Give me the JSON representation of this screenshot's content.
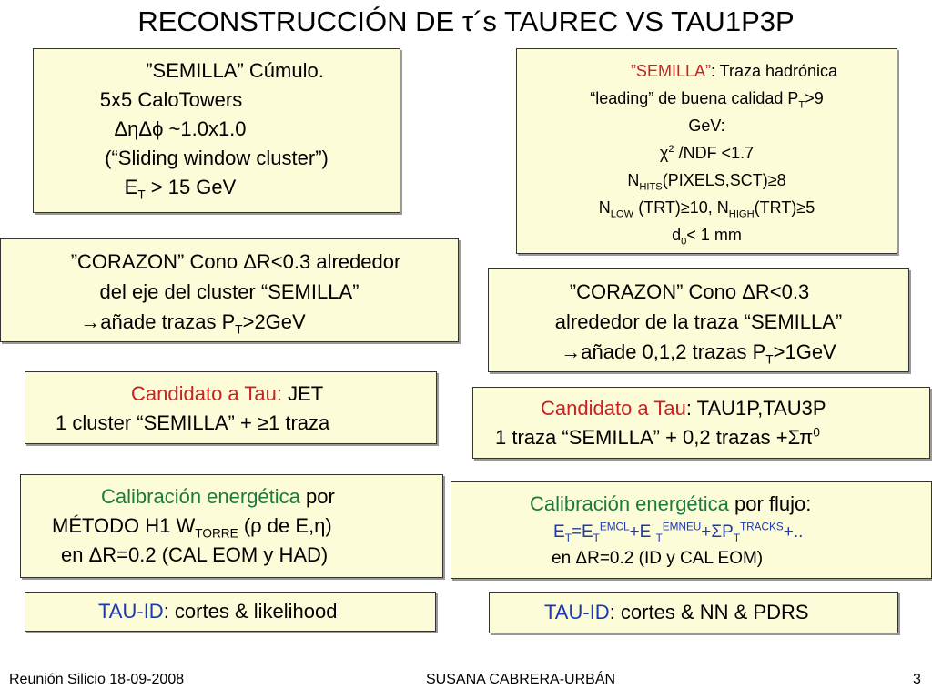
{
  "title": {
    "pre": "RECONSTRUCCIÓN DE ",
    "tau": "τ",
    "post": "´s TAUREC VS TAU1P3P"
  },
  "left": {
    "seed": {
      "l1": "”SEMILLA” Cúmulo.",
      "l2": "5x5 CaloTowers",
      "l3a": "ΔηΔ",
      "l3b": "ϕ",
      "l3c": " ~1.0x1.0",
      "l4": "(“Sliding window cluster”)",
      "l5a": "E",
      "l5sub": "T",
      "l5b": " > 15 GeV"
    },
    "core": {
      "l1": "”CORAZON” Cono ΔR<0.3 alrededor",
      "l2": "del eje del cluster “SEMILLA”",
      "l3a": "→",
      "l3b": "añade trazas P",
      "l3sub": "T",
      "l3c": ">2GeV"
    },
    "candidate": {
      "l1a": "Candidato a Tau: ",
      "l1b": "JET",
      "l2": "1 cluster “SEMILLA” + ≥1 traza"
    },
    "calib": {
      "l1a": "Calibración energética",
      "l1b": " por",
      "l2a": "MÉTODO H1 W",
      "l2sub": "TORRE",
      "l2b": " (ρ de E,η)",
      "l3": "en ΔR=0.2 (CAL EOM y HAD)"
    },
    "tauid": {
      "a": "TAU-ID",
      "b": ": cortes & likelihood"
    }
  },
  "right": {
    "seed": {
      "l1a": "”SEMILLA”",
      "l1b": ": Traza hadrónica",
      "l2a": "“leading” de buena calidad P",
      "l2sub": "T",
      "l2b": ">9",
      "l3": "GeV:",
      "l4a": "χ",
      "l4sup": "2",
      "l4b": " /NDF <1.7",
      "l5a": "N",
      "l5sub": "HITS",
      "l5b": "(PIXELS,SCT)≥8",
      "l6a": "N",
      "l6sub": "LOW",
      "l6b": " (TRT)≥10, N",
      "l6sub2": "HIGH",
      "l6c": "(TRT)≥5",
      "l7a": "d",
      "l7sub": "0",
      "l7b": "< 1 mm"
    },
    "core": {
      "l1": "”CORAZON” Cono ΔR<0.3",
      "l2": "alrededor de la traza   “SEMILLA”",
      "l3a": "→",
      "l3b": "añade 0,1,2 trazas P",
      "l3sub": "T",
      "l3c": ">1GeV"
    },
    "candidate": {
      "l1a": "Candidato a Tau",
      "l1b": ": TAU1P,TAU3P",
      "l2a": "1 traza “SEMILLA” + 0,2 trazas +",
      "l2b": "Σπ",
      "l2sup": "0"
    },
    "calib": {
      "l1a": "Calibración energética",
      "l1b": " por flujo:",
      "l2a": "E",
      "l2sub1": "T",
      "l2b": "=E",
      "l2sub2": "T",
      "l2sup2": "EMCL",
      "l2c": "+E ",
      "l2sub3": "T",
      "l2sup3": "EMNEU",
      "l2d": "+ΣP",
      "l2sub4": "T",
      "l2sup4": "TRACKS",
      "l2e": "+..",
      "l3": "en ΔR=0.2 (ID y CAL EOM)"
    },
    "tauid": {
      "a": "TAU-ID",
      "b": ": cortes & NN & PDRS"
    }
  },
  "footer": {
    "left": "Reunión Silicio 18-09-2008",
    "center": "SUSANA CABRERA-URBÁN",
    "right": "3"
  },
  "colors": {
    "box_bg": "#fdfcd9",
    "red": "#cc2020",
    "green": "#1e7a3c",
    "blue": "#1c39b4"
  }
}
